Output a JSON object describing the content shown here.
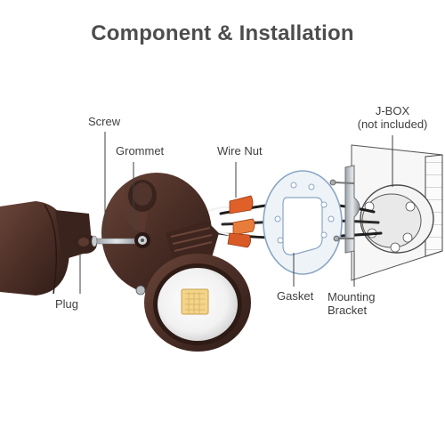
{
  "title": "Component & Installation",
  "labels": {
    "screw": "Screw",
    "grommet": "Grommet",
    "wire_nut": "Wire Nut",
    "jbox": "J-BOX",
    "jbox_note": "(not included)",
    "plug": "Plug",
    "gasket": "Gasket",
    "mounting": "Mounting",
    "bracket": "Bracket"
  },
  "colors": {
    "fixture_bronze": "#4a2e26",
    "label_text": "#3f3f3f",
    "title_text": "#4d4d4d",
    "wire_nut": "#e0602a",
    "led_chip": "#f2d48a"
  }
}
